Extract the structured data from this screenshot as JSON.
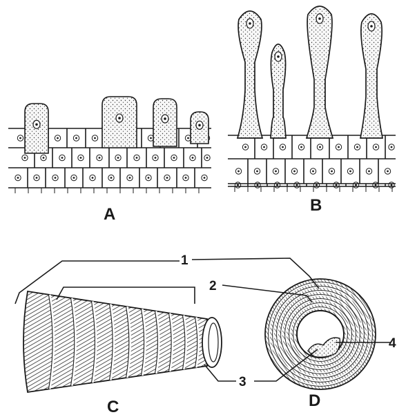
{
  "panels": {
    "a": {
      "label": "A"
    },
    "b": {
      "label": "B"
    },
    "c": {
      "label": "C"
    },
    "d": {
      "label": "D"
    }
  },
  "callouts": {
    "one": "1",
    "two": "2",
    "three": "3",
    "four": "4"
  }
}
